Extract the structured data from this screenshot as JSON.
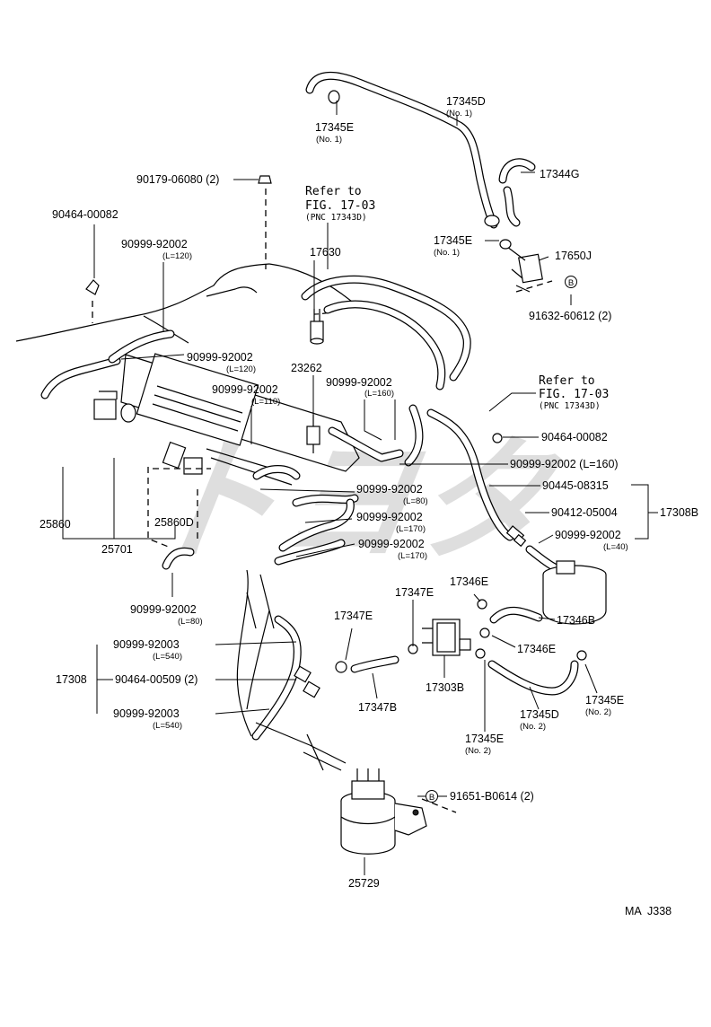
{
  "watermark": "トヨタ",
  "drawing_code": "MA  J338",
  "callouts": [
    {
      "id": "c1",
      "pn": "17345D",
      "sub": "(No. 1)"
    },
    {
      "id": "c2",
      "pn": "17345E",
      "sub": "(No. 1)"
    },
    {
      "id": "c3",
      "pn": "17344G",
      "sub": ""
    },
    {
      "id": "c4",
      "pn": "90179-06080 (2)",
      "sub": ""
    },
    {
      "id": "c5",
      "pn": "Refer to\nFIG. 17-03",
      "sub": "(PNC 17343D)"
    },
    {
      "id": "c6",
      "pn": "90464-00082",
      "sub": ""
    },
    {
      "id": "c7",
      "pn": "90999-92002",
      "sub": "(L=120)"
    },
    {
      "id": "c8",
      "pn": "17630",
      "sub": ""
    },
    {
      "id": "c9",
      "pn": "17345E",
      "sub": "(No. 1)"
    },
    {
      "id": "c10",
      "pn": "17650J",
      "sub": ""
    },
    {
      "id": "c11",
      "pn": "91632-60612 (2)",
      "sub": ""
    },
    {
      "id": "c12",
      "pn": "90999-92002",
      "sub": "(L=120)"
    },
    {
      "id": "c13",
      "pn": "23262",
      "sub": ""
    },
    {
      "id": "c14",
      "pn": "90999-92002",
      "sub": "(L=160)"
    },
    {
      "id": "c15",
      "pn": "Refer to\nFIG. 17-03",
      "sub": "(PNC 17343D)"
    },
    {
      "id": "c16",
      "pn": "90999-92002",
      "sub": "(L=110)"
    },
    {
      "id": "c17",
      "pn": "90464-00082",
      "sub": ""
    },
    {
      "id": "c18",
      "pn": "90999-92002 (L=160)",
      "sub": ""
    },
    {
      "id": "c19",
      "pn": "90445-08315",
      "sub": ""
    },
    {
      "id": "c20",
      "pn": "90999-92002",
      "sub": "(L=80)"
    },
    {
      "id": "c21",
      "pn": "90412-05004",
      "sub": ""
    },
    {
      "id": "c22",
      "pn": "17308B",
      "sub": ""
    },
    {
      "id": "c23",
      "pn": "90999-92002",
      "sub": "(L=170)"
    },
    {
      "id": "c24",
      "pn": "90999-92002",
      "sub": "(L=40)"
    },
    {
      "id": "c25",
      "pn": "90999-92002",
      "sub": "(L=170)"
    },
    {
      "id": "c26",
      "pn": "25860",
      "sub": ""
    },
    {
      "id": "c27",
      "pn": "25860D",
      "sub": ""
    },
    {
      "id": "c28",
      "pn": "25701",
      "sub": ""
    },
    {
      "id": "c29",
      "pn": "17346E",
      "sub": ""
    },
    {
      "id": "c30",
      "pn": "17347E",
      "sub": ""
    },
    {
      "id": "c31",
      "pn": "17347E",
      "sub": ""
    },
    {
      "id": "c32",
      "pn": "17346B",
      "sub": ""
    },
    {
      "id": "c33",
      "pn": "90999-92002",
      "sub": "(L=80)"
    },
    {
      "id": "c34",
      "pn": "17346E",
      "sub": ""
    },
    {
      "id": "c35",
      "pn": "90999-92003",
      "sub": "(L=540)"
    },
    {
      "id": "c36",
      "pn": "17308",
      "sub": ""
    },
    {
      "id": "c37",
      "pn": "90464-00509 (2)",
      "sub": ""
    },
    {
      "id": "c38",
      "pn": "90999-92003",
      "sub": "(L=540)"
    },
    {
      "id": "c39",
      "pn": "17347B",
      "sub": ""
    },
    {
      "id": "c40",
      "pn": "17303B",
      "sub": ""
    },
    {
      "id": "c41",
      "pn": "17345D",
      "sub": "(No. 2)"
    },
    {
      "id": "c42",
      "pn": "17345E",
      "sub": "(No. 2)"
    },
    {
      "id": "c43",
      "pn": "17345E",
      "sub": "(No. 2)"
    },
    {
      "id": "c44",
      "pn": "91651-B0614 (2)",
      "sub": ""
    },
    {
      "id": "c45",
      "pn": "25729",
      "sub": ""
    }
  ],
  "bolt_markers": [
    {
      "id": "b1",
      "letter": "B"
    },
    {
      "id": "b2",
      "letter": "B"
    }
  ]
}
